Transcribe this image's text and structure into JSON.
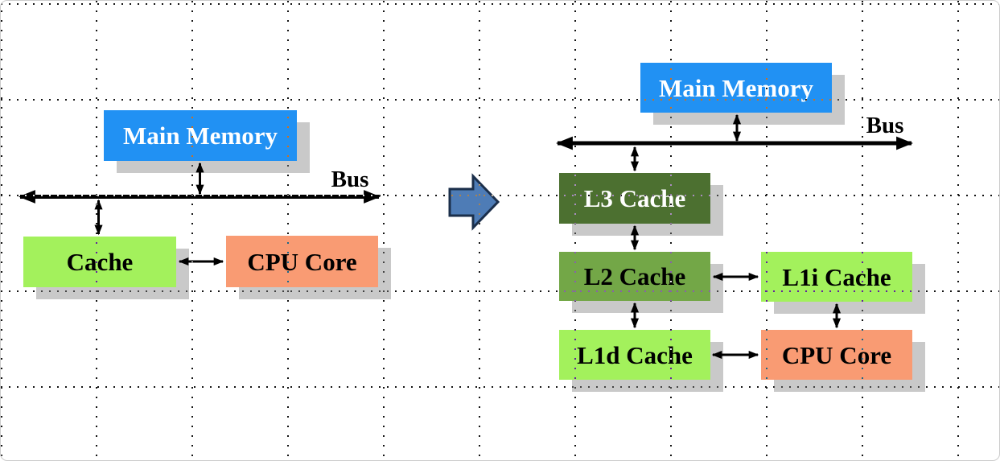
{
  "left_diagram": {
    "bus_label": "Bus",
    "nodes": {
      "main_memory": {
        "label": "Main Memory",
        "bg": "#2191F3",
        "fg": "#FFFFFF"
      },
      "cache": {
        "label": "Cache",
        "bg": "#A3F15C",
        "fg": "#000000"
      },
      "cpu_core": {
        "label": "CPU Core",
        "bg": "#F99B73",
        "fg": "#000000"
      }
    }
  },
  "right_diagram": {
    "bus_label": "Bus",
    "nodes": {
      "main_memory": {
        "label": "Main Memory",
        "bg": "#2191F3",
        "fg": "#FFFFFF"
      },
      "l3_cache": {
        "label": "L3 Cache",
        "bg": "#4C7030",
        "fg": "#FFFFFF"
      },
      "l2_cache": {
        "label": "L2 Cache",
        "bg": "#73A747",
        "fg": "#000000"
      },
      "l1i_cache": {
        "label": "L1i Cache",
        "bg": "#A3F15C",
        "fg": "#000000"
      },
      "l1d_cache": {
        "label": "L1d Cache",
        "bg": "#A3F15C",
        "fg": "#000000"
      },
      "cpu_core": {
        "label": "CPU Core",
        "bg": "#F99B73",
        "fg": "#000000"
      }
    }
  },
  "transform_arrow": {
    "icon": "right-block-arrow-icon",
    "fill": "#4E7CB6",
    "stroke": "#1B2F4B"
  },
  "colors": {
    "connector_arrow": "#000000",
    "box_shadow": "#C9C9C9",
    "grid_dot_on_white": "#000000"
  }
}
